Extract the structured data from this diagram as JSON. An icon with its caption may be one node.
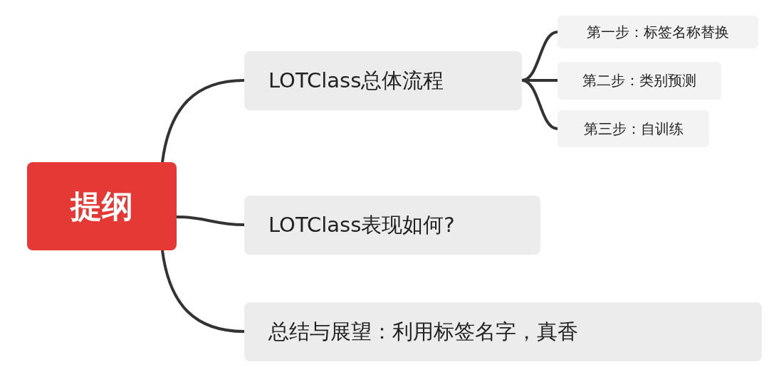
{
  "diagram": {
    "nodes": [
      {
        "text": [
          "提纲"
        ]
      },
      {
        "text": [
          "LOTClass总体流程"
        ]
      },
      {
        "text": [
          "第一步：标签名称替换"
        ]
      },
      {
        "text": [
          "第二步：类别预测"
        ]
      },
      {
        "text": [
          "第三步：自训练"
        ]
      },
      {
        "text": [
          "LOTClass表现如何?"
        ]
      },
      {
        "text": [
          "总结与展望：利用标签名字，真香"
        ]
      }
    ],
    "edges": [
      {
        "from": 0,
        "to": 1,
        "arrow": "none"
      },
      {
        "from": 1,
        "to": 2,
        "arrow": "none"
      },
      {
        "from": 1,
        "to": 3,
        "arrow": "none"
      },
      {
        "from": 1,
        "to": 4,
        "arrow": "none"
      },
      {
        "from": 0,
        "to": 5,
        "arrow": "none"
      },
      {
        "from": 0,
        "to": 6,
        "arrow": "none"
      }
    ]
  }
}
